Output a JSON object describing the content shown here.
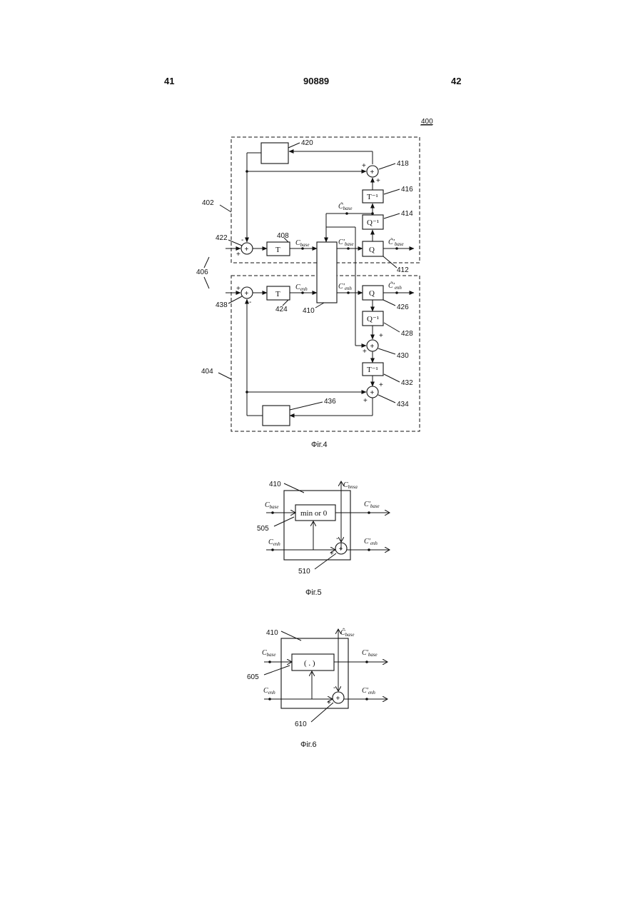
{
  "header": {
    "page_left": "41",
    "doc_number": "90889",
    "page_right": "42"
  },
  "fig4": {
    "ref": "400",
    "caption": "Фіг.4",
    "labels": {
      "n402": "402",
      "n404": "404",
      "n406": "406",
      "n408": "408",
      "n410": "410",
      "n412": "412",
      "n414": "414",
      "n416": "416",
      "n418": "418",
      "n420": "420",
      "n422": "422",
      "n424": "424",
      "n426": "426",
      "n428": "428",
      "n430": "430",
      "n432": "432",
      "n434": "434",
      "n436": "436",
      "n438": "438"
    },
    "blocks": {
      "t": "T",
      "q": "Q",
      "qinv": "Q⁻¹",
      "tinv": "T⁻¹"
    },
    "signals": {
      "c_base": "C",
      "c_base_sub": "base",
      "c_enh": "C",
      "c_enh_sub": "enh",
      "cp_base": "C'",
      "cp_base_sub": "base",
      "cp_enh": "C'",
      "cp_enh_sub": "enh",
      "ct_base": "C̃",
      "ct_base_sub": "base",
      "ctp_base": "C̃'",
      "ctp_base_sub": "base",
      "ctp_enh": "C̃'",
      "ctp_enh_sub": "enh"
    }
  },
  "fig5": {
    "caption": "Фіг.5",
    "n410": "410",
    "n505": "505",
    "n510": "510",
    "block": "min or 0",
    "in_base": "C",
    "in_base_sub": "base",
    "in_enh": "C",
    "in_enh_sub": "enh",
    "out_base": "C'",
    "out_base_sub": "base",
    "out_enh": "C'",
    "out_enh_sub": "enh",
    "top": "C",
    "top_sub": "bnsa"
  },
  "fig6": {
    "caption": "Фіг.6",
    "n410": "410",
    "n605": "605",
    "n610": "610",
    "block": "( . )",
    "in_base": "C",
    "in_base_sub": "base",
    "in_enh": "C",
    "in_enh_sub": "enh",
    "out_base": "C'",
    "out_base_sub": "base",
    "out_enh": "C'",
    "out_enh_sub": "enh",
    "top": "Ĉ",
    "top_sub": "base"
  },
  "signs": {
    "plus": "+",
    "minus": "-"
  }
}
